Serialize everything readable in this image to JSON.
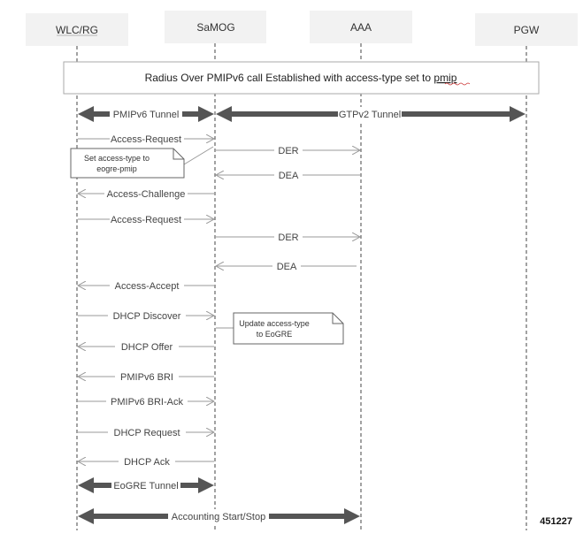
{
  "participants": {
    "wlc": "WLC/RG",
    "samog": "SaMOG",
    "aaa": "AAA",
    "pgw": "PGW"
  },
  "banner": {
    "prefix": "Radius Over PMIPv6 call Established with access-type set to ",
    "emph": "pmip"
  },
  "tunnels": {
    "pmipv6": "PMIPv6 Tunnel",
    "gtpv2": "GTPv2 Tunnel",
    "eogre": "EoGRE Tunnel",
    "accounting": "Accounting Start/Stop"
  },
  "messages": {
    "access_request_1": "Access-Request",
    "der_1": "DER",
    "dea_1": "DEA",
    "access_challenge": "Access-Challenge",
    "access_request_2": "Access-Request",
    "der_2": "DER",
    "dea_2": "DEA",
    "access_accept": "Access-Accept",
    "dhcp_discover": "DHCP Discover",
    "dhcp_offer": "DHCP Offer",
    "pmipv6_bri": "PMIPv6 BRI",
    "pmipv6_bri_ack": "PMIPv6 BRI-Ack",
    "dhcp_request": "DHCP Request",
    "dhcp_ack": "DHCP Ack"
  },
  "notes": {
    "note1_line1": "Set access-type to",
    "note1_line2": "eogre-pmip",
    "note2_line1": "Update access-type",
    "note2_line2": "to EoGRE"
  },
  "figure_id": "451227",
  "colors": {
    "line": "#9a9a9a",
    "heavy": "#555555",
    "header_bg": "#f2f2f2"
  }
}
